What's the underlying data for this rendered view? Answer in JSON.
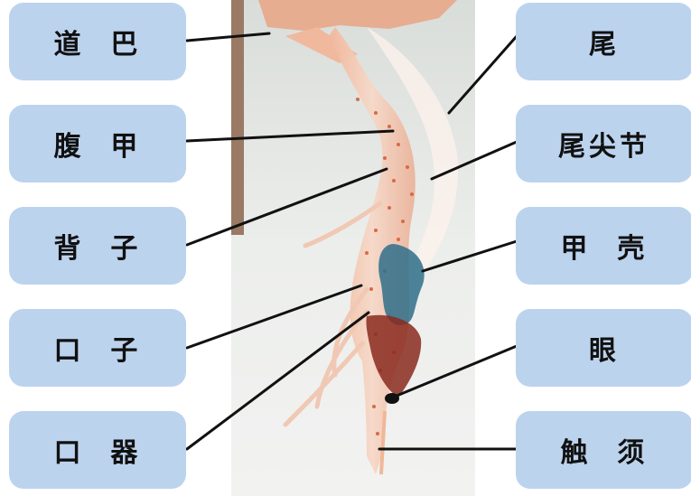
{
  "labels_left": [
    {
      "id": "left-1",
      "text": "道  巴"
    },
    {
      "id": "left-2",
      "text": "腹  甲"
    },
    {
      "id": "left-3",
      "text": "背  子"
    },
    {
      "id": "left-4",
      "text": "口  子"
    },
    {
      "id": "left-5",
      "text": "口  器"
    }
  ],
  "labels_right": [
    {
      "id": "right-1",
      "text": "尾"
    },
    {
      "id": "right-2",
      "text": "尾尖节"
    },
    {
      "id": "right-3",
      "text": "甲  壳"
    },
    {
      "id": "right-4",
      "text": "眼"
    },
    {
      "id": "right-5",
      "text": "触  须"
    }
  ],
  "colors": {
    "label_fill": "#bcd3ee",
    "leader_line": "#111111",
    "shrimp_body": "#f1c4ac",
    "gut_blue": "#2f6f8a",
    "organ_red": "#8a2a1e",
    "eye": "#111111"
  },
  "icons": [
    "shrimp-specimen-photo"
  ]
}
